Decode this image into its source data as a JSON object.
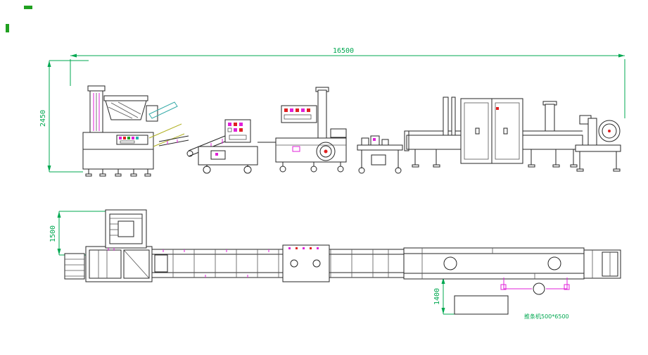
{
  "drawing": {
    "type": "production-line layout drawing (elevation and plan views)",
    "dimensions": {
      "total_length": "16500",
      "elevation_height": "2450",
      "plan_width": "1500",
      "offset_height": "1400"
    },
    "labels": {
      "machine_note": "推条机500*6500"
    },
    "colors": {
      "line": "#262626",
      "dimension_green": "#00a850",
      "accent_magenta": "#e020d8",
      "accent_red": "#e02020",
      "accent_cyan": "#35aaa8",
      "accent_yellow": "#b0b020",
      "background": "#ffffff"
    }
  }
}
